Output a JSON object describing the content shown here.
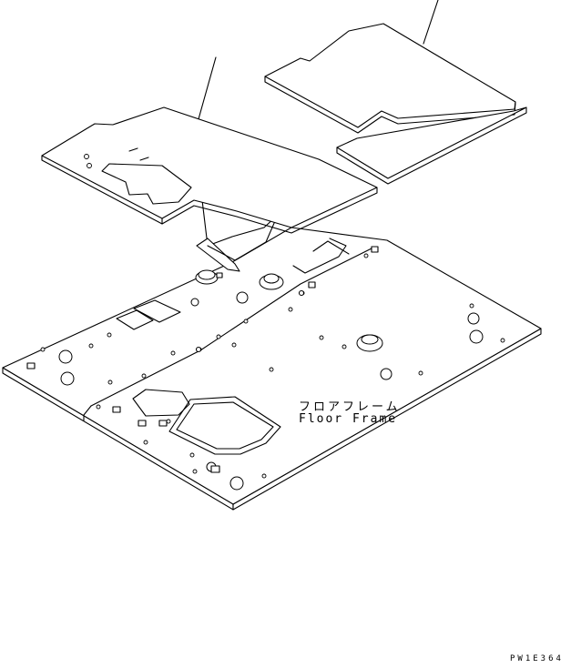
{
  "callout": {
    "label_jp": "フロアフレーム",
    "label_en": "Floor Frame"
  },
  "drawing_code": "PW1E364"
}
